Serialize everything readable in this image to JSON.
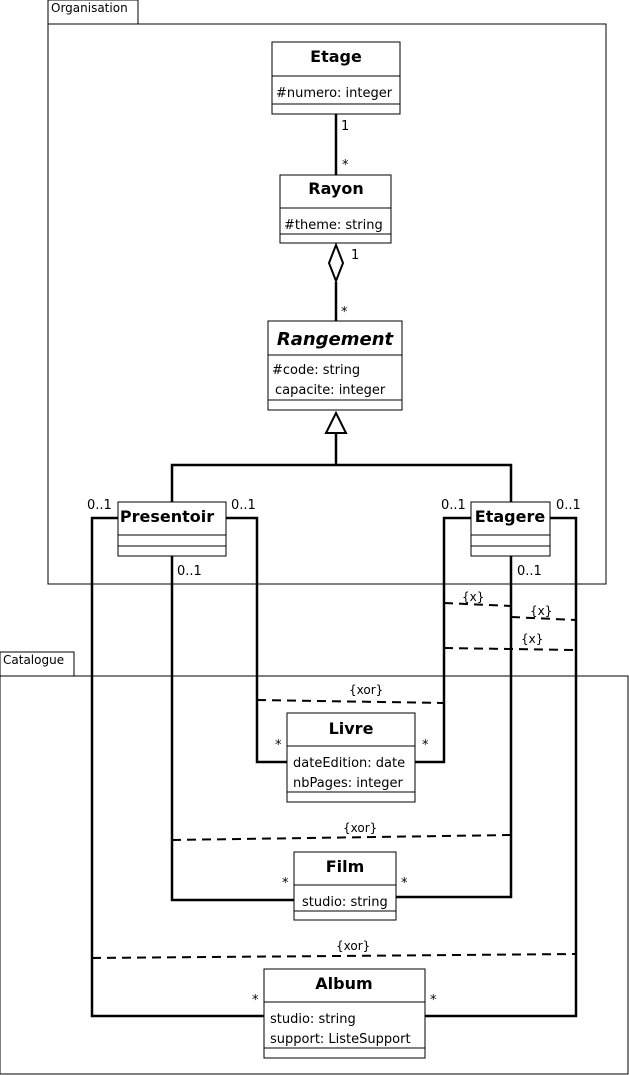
{
  "packages": {
    "organisation": "Organisation",
    "catalogue": "Catalogue"
  },
  "classes": {
    "etage": {
      "name": "Etage",
      "attributes": [
        "#numero: integer"
      ]
    },
    "rayon": {
      "name": "Rayon",
      "attributes": [
        "#theme: string"
      ]
    },
    "rangement": {
      "name": "Rangement",
      "attributes": [
        "#code: string",
        "capacite: integer"
      ]
    },
    "presentoir": {
      "name": "Presentoir",
      "attributes": []
    },
    "etagere": {
      "name": "Etagere",
      "attributes": []
    },
    "livre": {
      "name": "Livre",
      "attributes": [
        "dateEdition: date",
        "nbPages: integer"
      ]
    },
    "film": {
      "name": "Film",
      "attributes": [
        "studio: string"
      ]
    },
    "album": {
      "name": "Album",
      "attributes": [
        "studio: string",
        "support: ListeSupport"
      ]
    }
  },
  "multiplicities": {
    "etage_rayon_one": "1",
    "etage_rayon_many": "*",
    "rayon_rangement_one": "1",
    "rayon_rangement_many": "*",
    "presentoir_left": "0..1",
    "presentoir_right": "0..1",
    "presentoir_bottom": "0..1",
    "etagere_left": "0..1",
    "etagere_right": "0..1",
    "etagere_bottom": "0..1",
    "livre_left": "*",
    "livre_right": "*",
    "film_left": "*",
    "film_right": "*",
    "album_left": "*",
    "album_right": "*"
  },
  "constraints": {
    "x1": "{x}",
    "x2": "{x}",
    "x3": "{x}",
    "xor_livre": "{xor}",
    "xor_film": "{xor}",
    "xor_album": "{xor}"
  }
}
